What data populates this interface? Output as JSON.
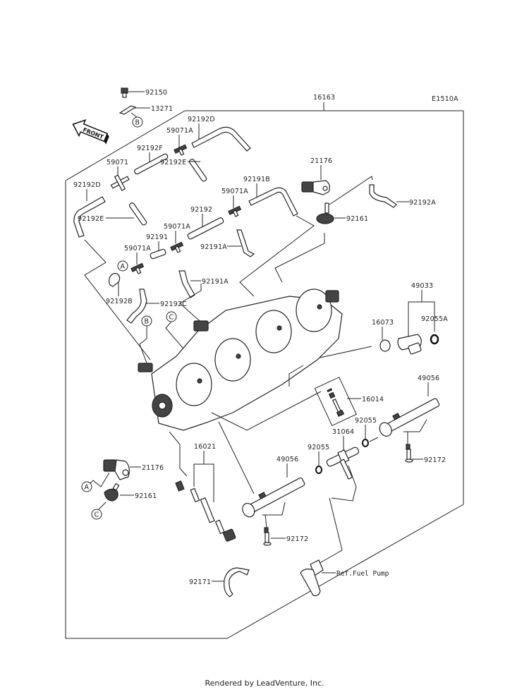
{
  "diagram": {
    "code": "E1510A",
    "front_label": "FRONT",
    "assembly_label": "16163",
    "parts": [
      {
        "id": "92150",
        "label": "92150"
      },
      {
        "id": "13271",
        "label": "13271"
      },
      {
        "id": "92192D_top",
        "label": "92192D"
      },
      {
        "id": "59071A_top",
        "label": "59071A"
      },
      {
        "id": "92192F",
        "label": "92192F"
      },
      {
        "id": "59071",
        "label": "59071"
      },
      {
        "id": "92192E_a",
        "label": "92192E"
      },
      {
        "id": "92192D_left",
        "label": "92192D"
      },
      {
        "id": "92192E_b",
        "label": "92192E"
      },
      {
        "id": "92191B",
        "label": "92191B"
      },
      {
        "id": "59071A_mid",
        "label": "59071A"
      },
      {
        "id": "92192",
        "label": "92192"
      },
      {
        "id": "59071A_low",
        "label": "59071A"
      },
      {
        "id": "92191",
        "label": "92191"
      },
      {
        "id": "92191A_a",
        "label": "92191A"
      },
      {
        "id": "59071A_left",
        "label": "59071A"
      },
      {
        "id": "92191A_b",
        "label": "92191A"
      },
      {
        "id": "92192B",
        "label": "92192B"
      },
      {
        "id": "92192C",
        "label": "92192C"
      },
      {
        "id": "21176_top",
        "label": "21176"
      },
      {
        "id": "92192A",
        "label": "92192A"
      },
      {
        "id": "92161_top",
        "label": "92161"
      },
      {
        "id": "49033",
        "label": "49033"
      },
      {
        "id": "92055A",
        "label": "92055A"
      },
      {
        "id": "16073",
        "label": "16073"
      },
      {
        "id": "16014",
        "label": "16014"
      },
      {
        "id": "49056_right",
        "label": "49056"
      },
      {
        "id": "92055_right",
        "label": "92055"
      },
      {
        "id": "31064",
        "label": "31064"
      },
      {
        "id": "92055_left",
        "label": "92055"
      },
      {
        "id": "92172_right",
        "label": "92172"
      },
      {
        "id": "16021",
        "label": "16021"
      },
      {
        "id": "21176_bottom",
        "label": "21176"
      },
      {
        "id": "92161_bottom",
        "label": "92161"
      },
      {
        "id": "49056_left",
        "label": "49056"
      },
      {
        "id": "92172_bottom",
        "label": "92172"
      },
      {
        "id": "92171",
        "label": "92171"
      },
      {
        "id": "fuel_pump_ref",
        "label": "Ref.Fuel Pump"
      }
    ],
    "callouts": [
      "A",
      "B",
      "C"
    ]
  },
  "footer": {
    "text": "Rendered by LeadVenture, Inc."
  }
}
